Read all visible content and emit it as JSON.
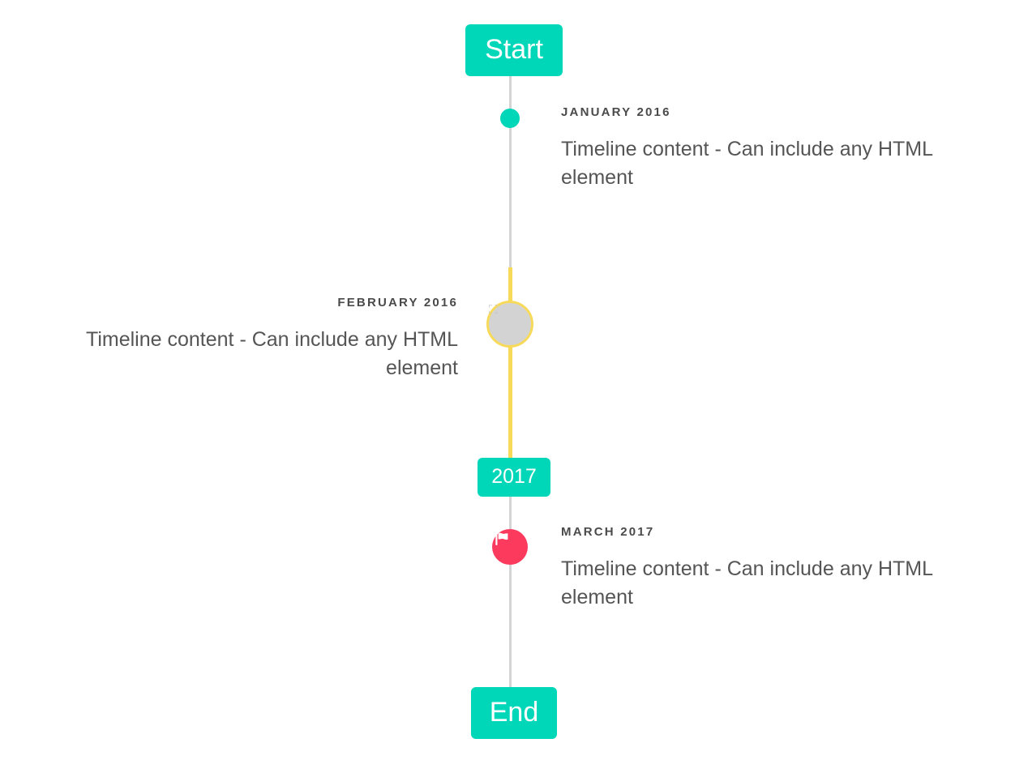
{
  "timeline": {
    "caps": {
      "start_label": "Start",
      "middle_label": "2017",
      "end_label": "End"
    },
    "colors": {
      "accent_teal": "#00d6b8",
      "highlight_yellow": "#f8da5b",
      "marker_pink": "#fc3a5d",
      "rail_grey": "#d4d4d4",
      "marker_grey": "#d3d3d3",
      "date_text": "#4a4a4a",
      "body_text": "#555555",
      "background": "#ffffff"
    },
    "entries": [
      {
        "date": "JANUARY 2016",
        "text": "Timeline content - Can include any HTML element",
        "side": "right",
        "marker": "dot-icon"
      },
      {
        "date": "FEBRUARY 2016",
        "text": "Timeline content - Can include any HTML element",
        "side": "left",
        "marker": "broken-image-icon"
      },
      {
        "date": "MARCH 2017",
        "text": "Timeline content - Can include any HTML element",
        "side": "right",
        "marker": "flag-icon"
      }
    ],
    "marker_glyphs": {
      "broken_image": "⛶"
    }
  }
}
